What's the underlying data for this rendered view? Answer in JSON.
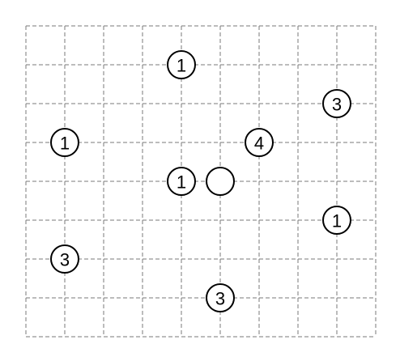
{
  "puzzle": {
    "type": "bridges",
    "grid_cols": 9,
    "grid_rows": 8,
    "colors": {
      "grid": "#7a7a7a",
      "node_stroke": "#000000",
      "node_fill": "#ffffff"
    },
    "islands": [
      {
        "col": 4,
        "row": 1,
        "label": "1"
      },
      {
        "col": 8,
        "row": 2,
        "label": "3"
      },
      {
        "col": 1,
        "row": 3,
        "label": "1"
      },
      {
        "col": 6,
        "row": 3,
        "label": "4"
      },
      {
        "col": 4,
        "row": 4,
        "label": "1"
      },
      {
        "col": 5,
        "row": 4,
        "label": ""
      },
      {
        "col": 8,
        "row": 5,
        "label": "1"
      },
      {
        "col": 1,
        "row": 6,
        "label": "3"
      },
      {
        "col": 5,
        "row": 7,
        "label": "3"
      }
    ]
  }
}
